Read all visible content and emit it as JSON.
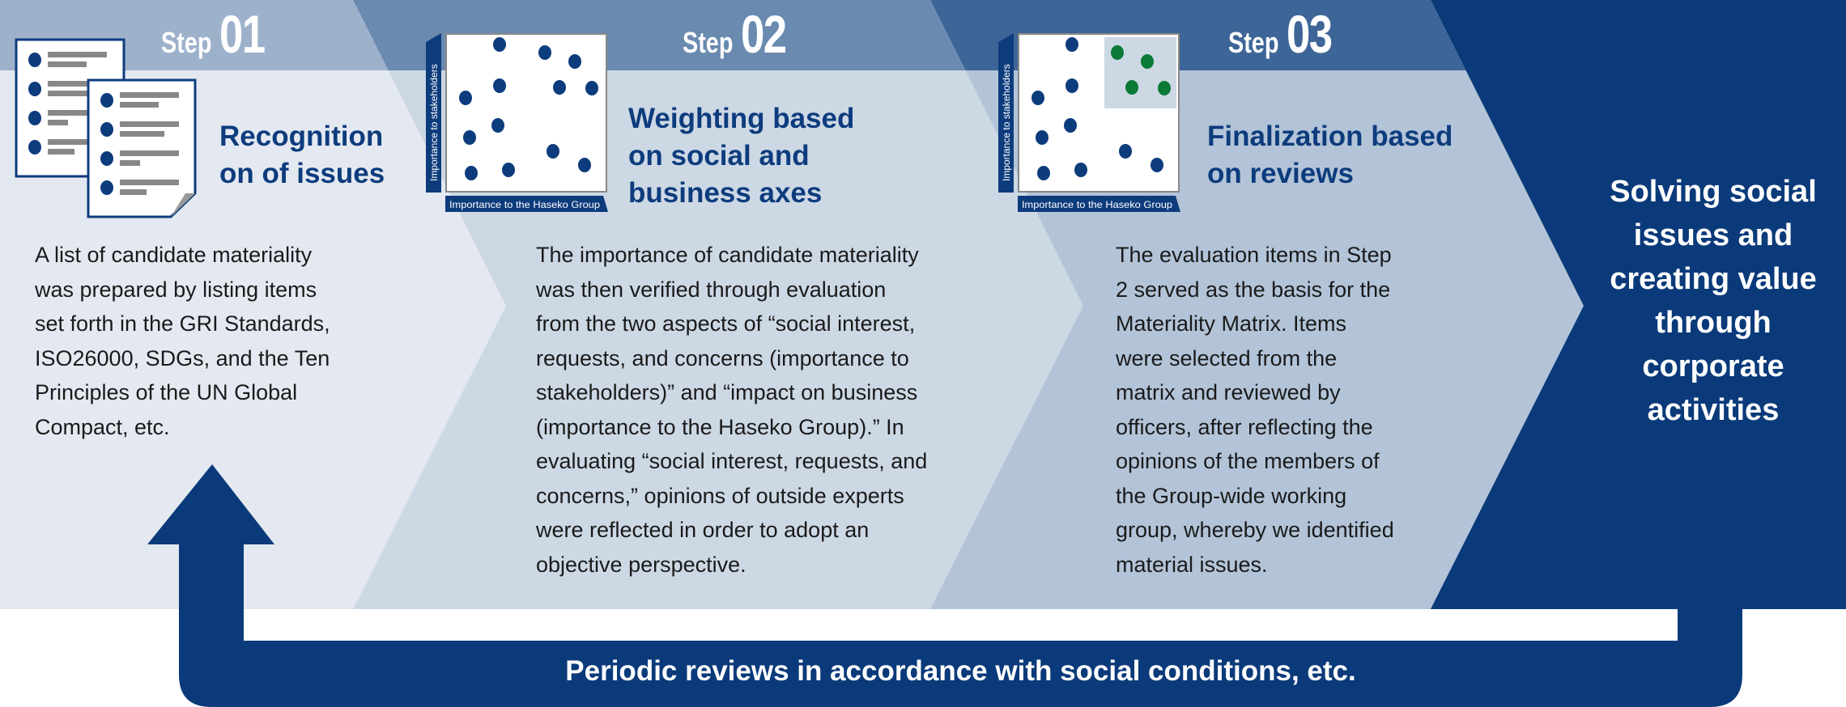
{
  "colors": {
    "step1_band": "#9db1cb",
    "step1_body": "#e4e9f1",
    "step2_band": "#6a8ab0",
    "step2_body": "#cdd8e5",
    "step3_band": "#3e6597",
    "step3_body": "#b3c4d8",
    "dark": "#0a3a7a",
    "title": "#0d3c7d",
    "green": "#0a7a36"
  },
  "steps": [
    {
      "word": "Step",
      "number": "01",
      "title": [
        "Recognition",
        "on of issues"
      ],
      "body": [
        "A list of candidate materiality",
        "was prepared by listing items",
        "set forth in the GRI Standards,",
        "ISO26000, SDGs, and the Ten",
        "Principles of the UN Global",
        "Compact, etc."
      ]
    },
    {
      "word": "Step",
      "number": "02",
      "title": [
        "Weighting based",
        "on social and",
        "business axes"
      ],
      "body": [
        "The importance of candidate materiality",
        "was then verified through evaluation",
        "from the two aspects of “social interest,",
        "requests, and concerns (importance to",
        "stakeholders)” and “impact on business",
        "(importance to the Haseko Group).” In",
        "evaluating “social interest, requests, and",
        "concerns,” opinions of outside experts",
        "were reflected in order to adopt an",
        "objective perspective."
      ]
    },
    {
      "word": "Step",
      "number": "03",
      "title": [
        "Finalization based",
        "on reviews"
      ],
      "body": [
        "The evaluation items in Step",
        "2 served as the basis for the",
        "Materiality Matrix. Items",
        "were selected from the",
        "matrix and reviewed by",
        "officers, after reflecting the",
        "opinions of the members of",
        "the Group-wide working",
        "group, whereby we identified",
        "material issues."
      ]
    }
  ],
  "matrix": {
    "y_axis_label": "Importance to stakeholders",
    "x_axis_label": "Importance to the Haseko Group"
  },
  "final": [
    "Solving social",
    "issues and",
    "creating value",
    "through",
    "corporate",
    "activities"
  ],
  "loop_label": "Periodic reviews in accordance with social conditions, etc.",
  "icons": {
    "step1": "document-list-icon",
    "step2": "materiality-matrix-icon",
    "step3": "materiality-matrix-highlighted-icon",
    "loop": "return-arrow-icon"
  }
}
